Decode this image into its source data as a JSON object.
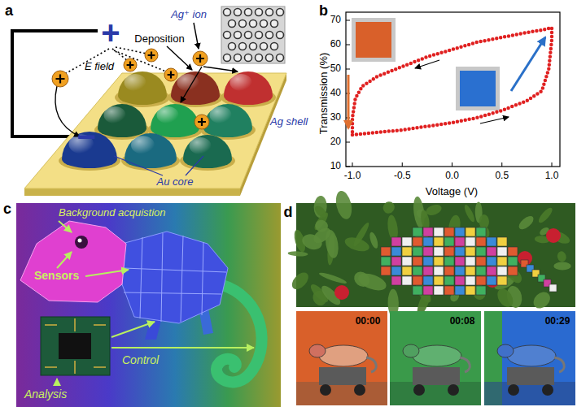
{
  "diagram": {
    "labels": [
      "a",
      "+",
      "−",
      "E field",
      "Ag⁺ ion",
      "Deposition",
      "Ag shell",
      "Au core",
      "b",
      "70",
      "60",
      "50",
      "40",
      "30",
      "20",
      "10",
      "-1.0",
      "-0.5",
      "0.0",
      "0.5",
      "1.0",
      "Transmission (%)",
      "Voltage (V)",
      "c",
      "Background acquistion",
      "Sensors",
      "Analysis",
      "Control",
      "d",
      "00:00",
      "00:08",
      "00:29"
    ]
  }
}
